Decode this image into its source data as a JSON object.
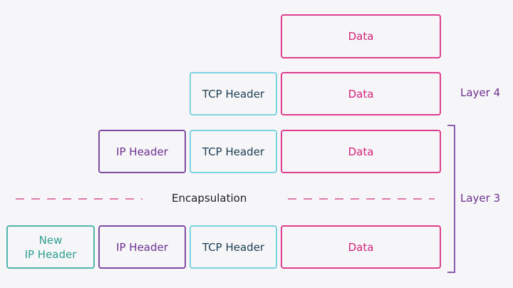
{
  "rows": {
    "row1": {
      "data": "Data"
    },
    "row2": {
      "tcp": "TCP Header",
      "data": "Data"
    },
    "row3": {
      "ip": "IP Header",
      "tcp": "TCP Header",
      "data": "Data"
    },
    "row4": {
      "new_ip_line1": "New",
      "new_ip_line2": "IP Header",
      "ip": "IP Header",
      "tcp": "TCP Header",
      "data": "Data"
    }
  },
  "labels": {
    "layer4": "Layer 4",
    "layer3": "Layer 3",
    "encapsulation": "Encapsulation"
  },
  "colors": {
    "data": "#dd3e8e",
    "tcp": "#7cd3e0",
    "ip": "#7f4aa0",
    "new_ip": "#4fb5ad",
    "bracket": "#8a5cb1",
    "dashes": "#e07aa8"
  }
}
